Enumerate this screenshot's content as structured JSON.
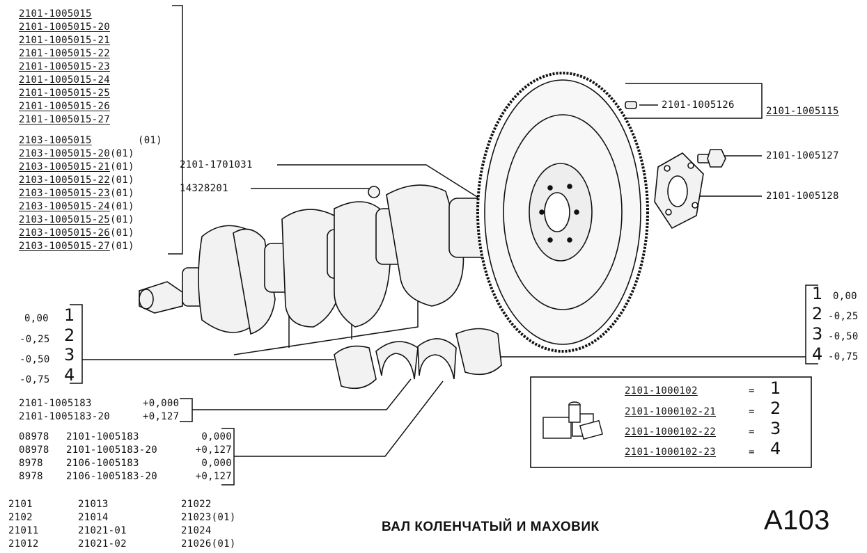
{
  "crankshaft_parts": [
    "2101-1005015",
    "2101-1005015-20",
    "2101-1005015-21",
    "2101-1005015-22",
    "2101-1005015-23",
    "2101-1005015-24",
    "2101-1005015-25",
    "2101-1005015-26",
    "2101-1005015-27"
  ],
  "crankshaft_parts_2103": [
    {
      "part": "2103-1005015",
      "note": "(01)"
    },
    {
      "part": "2103-1005015-20",
      "note": "(01)"
    },
    {
      "part": "2103-1005015-21",
      "note": "(01)"
    },
    {
      "part": "2103-1005015-22",
      "note": "(01)"
    },
    {
      "part": "2103-1005015-23",
      "note": "(01)"
    },
    {
      "part": "2103-1005015-24",
      "note": "(01)"
    },
    {
      "part": "2103-1005015-25",
      "note": "(01)"
    },
    {
      "part": "2103-1005015-26",
      "note": "(01)"
    },
    {
      "part": "2103-1005015-27",
      "note": "(01)"
    }
  ],
  "callouts": {
    "bearing": "2101-1701031",
    "plug": "14328201",
    "flywheel_pin": "2101-1005126",
    "flywheel": "2101-1005115",
    "bolt": "2101-1005127",
    "washer": "2101-1005128"
  },
  "left_sizes": [
    {
      "size": "0,00",
      "num": "1"
    },
    {
      "size": "-0,25",
      "num": "2"
    },
    {
      "size": "-0,50",
      "num": "3"
    },
    {
      "size": "-0,75",
      "num": "4"
    }
  ],
  "right_sizes": [
    {
      "num": "1",
      "size": "0,00"
    },
    {
      "num": "2",
      "size": "-0,25"
    },
    {
      "num": "3",
      "size": "-0,50"
    },
    {
      "num": "4",
      "size": "-0,75"
    }
  ],
  "thrust_half_rings": [
    {
      "part": "2101-1005183",
      "value": "+0,000"
    },
    {
      "part": "2101-1005183-20",
      "value": "+0,127"
    }
  ],
  "thrust_table": [
    {
      "code": "08978",
      "part": "2101-1005183",
      "value": "0,000"
    },
    {
      "code": "08978",
      "part": "2101-1005183-20",
      "value": "+0,127"
    },
    {
      "code": "8978",
      "part": "2106-1005183",
      "value": "0,000"
    },
    {
      "code": "8978",
      "part": "2106-1005183-20",
      "value": "+0,127"
    }
  ],
  "kits": [
    {
      "part": "2101-1000102",
      "num": "1"
    },
    {
      "part": "2101-1000102-21",
      "num": "2"
    },
    {
      "part": "2101-1000102-22",
      "num": "3"
    },
    {
      "part": "2101-1000102-23",
      "num": "4"
    }
  ],
  "kit_eq": "=",
  "models": [
    [
      "2101",
      "21013",
      "21022"
    ],
    [
      "2102",
      "21014",
      "21023(01)"
    ],
    [
      "21011",
      "21021-01",
      "21024"
    ],
    [
      "21012",
      "21021-02",
      "21026(01)"
    ]
  ],
  "title": "ВАЛ КОЛЕНЧАТЫЙ И МАХОВИК",
  "page_code": "A103",
  "colors": {
    "ink": "#111111",
    "paper": "#ffffff",
    "part_fill": "#f2f2f2"
  }
}
